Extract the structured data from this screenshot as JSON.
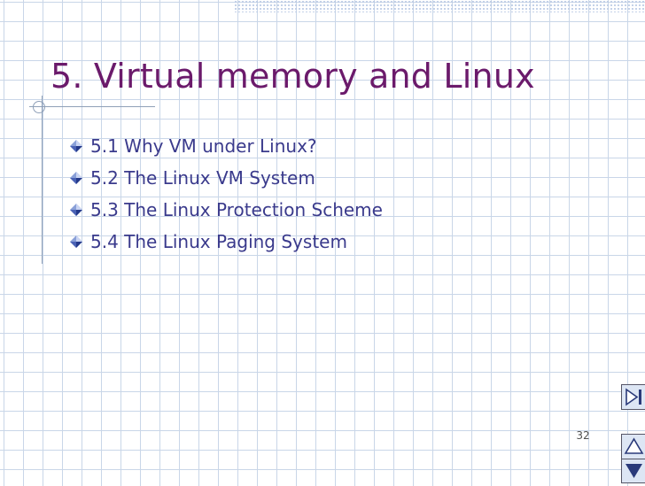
{
  "slide": {
    "title": "5. Virtual memory and Linux",
    "bullets": [
      {
        "label": "5.1 Why VM under Linux?"
      },
      {
        "label": "5.2 The Linux VM System"
      },
      {
        "label": "5.3 The Linux Protection Scheme"
      },
      {
        "label": "5.4 The Linux Paging System"
      }
    ],
    "page_number": "32"
  },
  "colors": {
    "title": "#6b1a6b",
    "bullet_text": "#3a3a8c",
    "grid": "#c9d6e8"
  },
  "icons": [
    "diamond-bullet-icon",
    "last-slide-icon",
    "previous-slide-icon",
    "next-slide-icon"
  ]
}
